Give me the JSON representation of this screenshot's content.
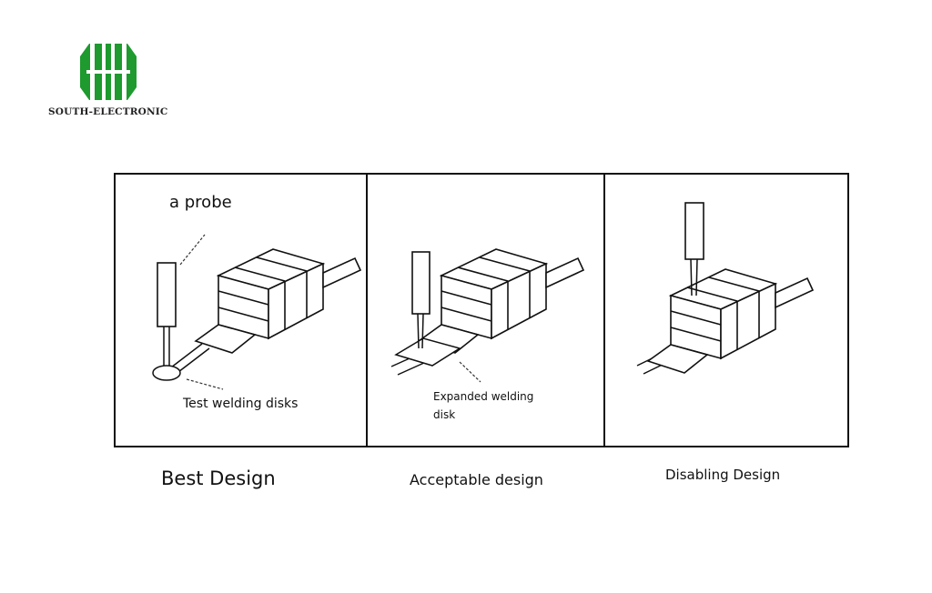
{
  "logo": {
    "brand_name": "SOUTH-ELECTRONIC",
    "color": "#1e9a2e"
  },
  "panels": [
    {
      "annotations": [
        "a probe",
        "Test welding disks"
      ],
      "caption": "Best Design"
    },
    {
      "annotations": [
        "Expanded welding",
        "disk"
      ],
      "caption": "Acceptable design"
    },
    {
      "annotations": [],
      "caption": "Disabling Design"
    }
  ]
}
